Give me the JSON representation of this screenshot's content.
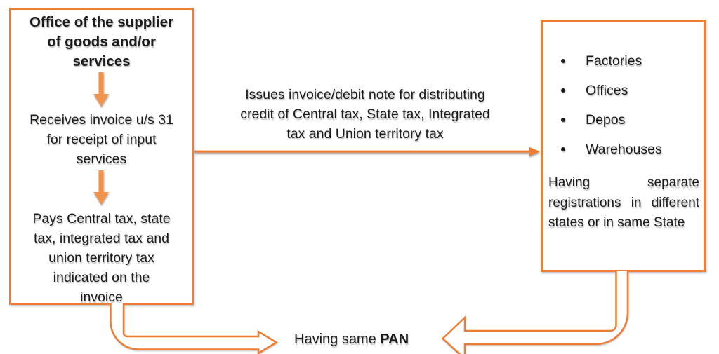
{
  "colors": {
    "orange_line": "#ED7D31",
    "orange_arrow_fill": "#F0944E",
    "text": "#1C1C1C",
    "background": "#FFFFFF"
  },
  "left_box": {
    "title": "Office of the supplier\nof goods and/or\nservices",
    "step1": "Receives invoice u/s 31\nfor receipt of input\nservices",
    "step2": "Pays Central tax, state\ntax, integrated tax and\nunion territory tax\nindicated on the\ninvoice"
  },
  "connector": {
    "label": "Issues invoice/debit note for distributing\ncredit of Central tax, State tax, Integrated\ntax and Union territory tax"
  },
  "right_box": {
    "bullets": [
      "Factories",
      "Offices",
      "Depos",
      "Warehouses"
    ],
    "note": "Having separate registrations in different states or in same State"
  },
  "footer": {
    "prefix": "Having same ",
    "pan": "PAN"
  }
}
